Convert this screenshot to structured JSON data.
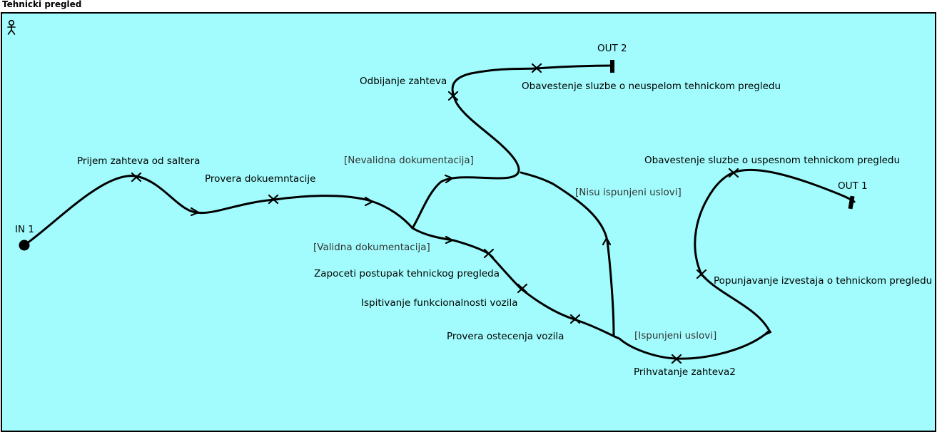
{
  "diagram": {
    "title": "Tehnicki pregled",
    "actor_icon": "person-icon",
    "nodes": {
      "in1": "IN 1",
      "out1": "OUT 1",
      "out2": "OUT 2"
    },
    "tasks": {
      "prijem": "Prijem zahteva od saltera",
      "provera_dok": "Provera dokuemntacije",
      "odbijanje": "Odbijanje zahteva",
      "obavestenje_neuspeh": "Obavestenje sluzbe o neuspelom tehnickom pregledu",
      "zapoceti": "Zapoceti postupak tehnickog pregleda",
      "ispitivanje": "Ispitivanje funkcionalnosti vozila",
      "provera_ost": "Provera ostecenja vozila",
      "prihvatanje": "Prihvatanje zahteva2",
      "popunjavanje": "Popunjavanje izvestaja o tehnickom pregledu",
      "obavestenje_uspeh": "Obavestenje sluzbe o uspesnom tehnickom pregledu"
    },
    "guards": {
      "nevalidna": "[Nevalidna dokumentacija]",
      "validna": "[Validna dokumentacija]",
      "nisu_ispunjeni": "[Nisu ispunjeni uslovi]",
      "ispunjeni": "[Ispunjeni uslovi]"
    }
  }
}
